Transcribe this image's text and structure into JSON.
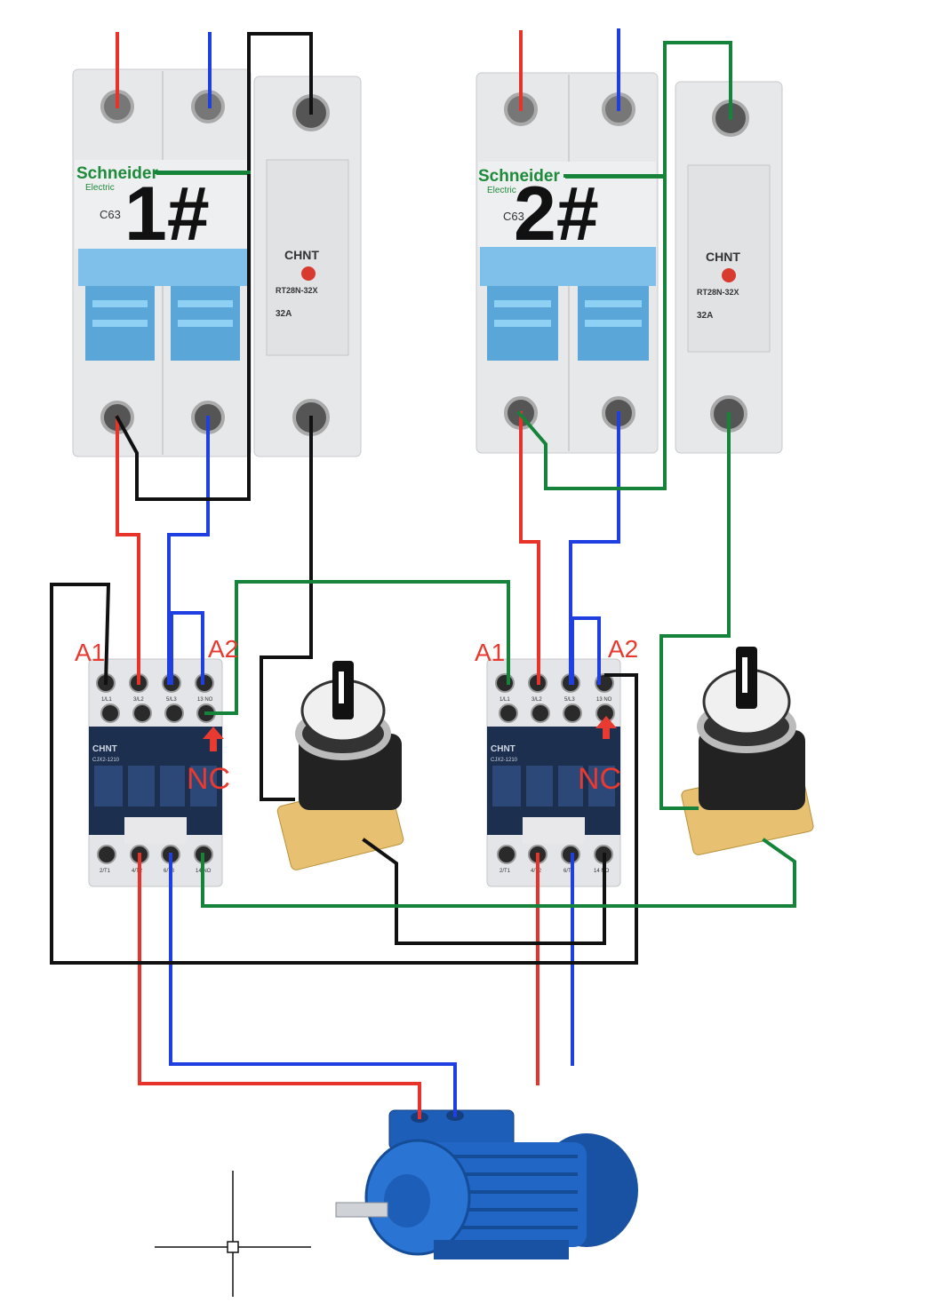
{
  "labels": {
    "breaker1": "1#",
    "breaker2": "2#",
    "a1_left": "A1",
    "a2_left": "A2",
    "a1_right": "A1",
    "a2_right": "A2",
    "nc_left": "NC",
    "nc_right": "NC"
  },
  "breakers": [
    {
      "brand": "Schneider",
      "sub": "Electric",
      "model": "C63"
    },
    {
      "brand": "Schneider",
      "sub": "Electric",
      "model": "C63"
    }
  ],
  "fuses": [
    {
      "brand": "CHNT",
      "model": "RT28N-32X",
      "rating": "32A"
    },
    {
      "brand": "CHNT",
      "model": "RT28N-32X",
      "rating": "32A"
    }
  ],
  "contactors": [
    {
      "brand": "CHNT",
      "model": "CJX2-1210",
      "top_terms": [
        "1/L1",
        "3/L2",
        "5/L3",
        "13 NO"
      ],
      "bottom_terms": [
        "2/T1",
        "4/T2",
        "6/T3",
        "14 NO"
      ]
    },
    {
      "brand": "CHNT",
      "model": "CJX2-1210",
      "top_terms": [
        "1/L1",
        "3/L2",
        "5/L3",
        "13 NO"
      ],
      "bottom_terms": [
        "2/T1",
        "4/T2",
        "6/T3",
        "14 NO"
      ]
    }
  ],
  "colors": {
    "phase": "#e8332a",
    "neutral": "#1f3fe0",
    "control_black": "#111111",
    "control_green": "#16833a",
    "label_red": "#e83a30",
    "module_body": "#e7e8ea",
    "handle_blue": "#7fc0ea",
    "motor_blue": "#1d5fb8",
    "contactor_dark": "#1c2f4f"
  }
}
